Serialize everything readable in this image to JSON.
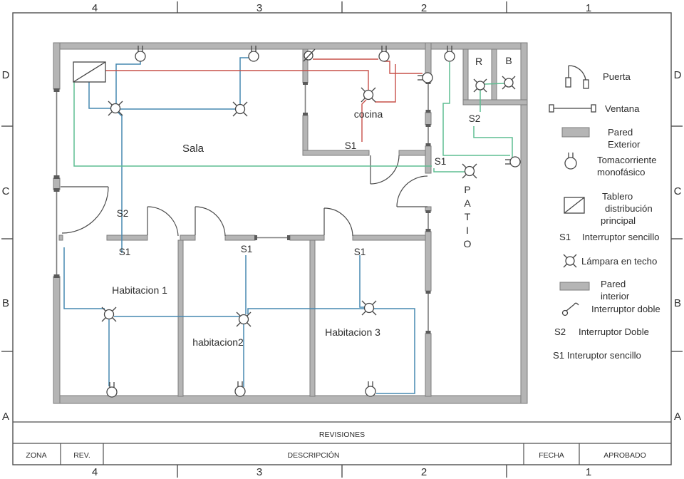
{
  "frame": {
    "top": [
      "4",
      "3",
      "2",
      "1"
    ],
    "bottom": [
      "4",
      "3",
      "2",
      "1"
    ],
    "left": [
      "D",
      "C",
      "B",
      "A"
    ],
    "right": [
      "D",
      "C",
      "B",
      "A"
    ]
  },
  "title_block": {
    "title": "REVISIONES",
    "columns": [
      "ZONA",
      "REV.",
      "DESCRIPCIÓN",
      "FECHA",
      "APROBADO"
    ]
  },
  "plan": {
    "rooms": {
      "sala": "Sala",
      "cocina": "cocina",
      "hab1": "Habitacion 1",
      "hab2": "habitacion2",
      "hab3": "Habitacion 3",
      "r": "R",
      "b": "B"
    },
    "patio_letters": [
      "P",
      "A",
      "T",
      "I",
      "O"
    ],
    "labels": {
      "s1": "S1",
      "s2": "S2"
    }
  },
  "legend": {
    "puerta": "Puerta",
    "ventana": "Ventana",
    "pared_exterior_l1": "Pared",
    "pared_exterior_l2": "Exterior",
    "tomacorriente_l1": "Tomacorriente",
    "tomacorriente_l2": "monofásico",
    "tablero_l1": "Tablero",
    "tablero_l2": "distribución",
    "tablero_l3": "principal",
    "s1": "S1",
    "s1_desc": "Interruptor sencillo",
    "lampara": "Lámpara en techo",
    "pared_interior_l1": "Pared",
    "pared_interior_l2": "interior",
    "interruptor_doble": "Interruptor doble",
    "s2": "S2",
    "s2_desc": "Interruptor Doble",
    "s1_bottom": "S1 Interuptor sencillo"
  },
  "colors": {
    "wire_blue": "#4788b0",
    "wire_green": "#5fbd92",
    "wire_red": "#c75049",
    "wall_fill": "#b5b5b5",
    "wall_stroke": "#7d7d7d",
    "line": "#474747",
    "text": "#2d2d2d"
  }
}
